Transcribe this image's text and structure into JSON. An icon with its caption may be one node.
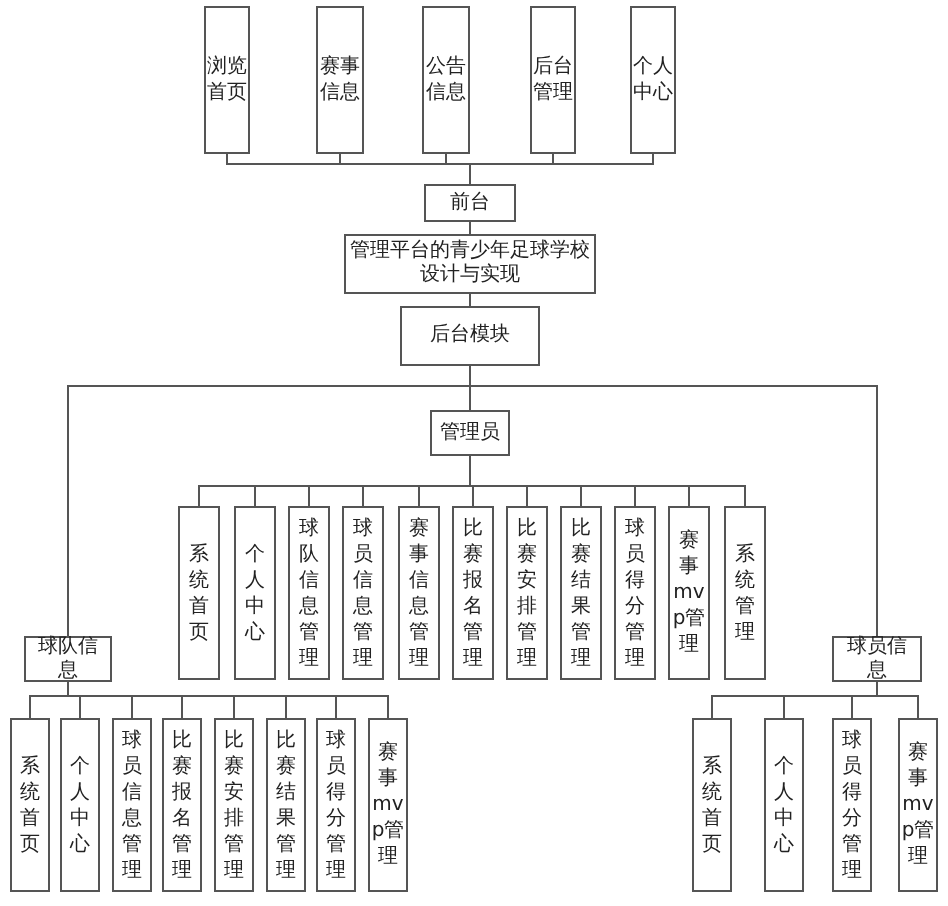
{
  "diagram": {
    "nodes": [
      {
        "text": [
          "浏览首页"
        ]
      },
      {
        "text": [
          "赛事信息"
        ]
      },
      {
        "text": [
          "公告信息"
        ]
      },
      {
        "text": [
          "后台管理"
        ]
      },
      {
        "text": [
          "个人中心"
        ]
      },
      {
        "text": [
          "前台"
        ]
      },
      {
        "text": [
          "管理平台的青少年足球学校设计与实现"
        ]
      },
      {
        "text": [
          "后台模块"
        ]
      },
      {
        "text": [
          "管理员"
        ]
      },
      {
        "text": [
          "系统首页"
        ]
      },
      {
        "text": [
          "个人中心"
        ]
      },
      {
        "text": [
          "球队信息管理"
        ]
      },
      {
        "text": [
          "球员信息管理"
        ]
      },
      {
        "text": [
          "赛事信息管理"
        ]
      },
      {
        "text": [
          "比赛报名管理"
        ]
      },
      {
        "text": [
          "比赛安排管理"
        ]
      },
      {
        "text": [
          "比赛结果管理"
        ]
      },
      {
        "text": [
          "球员得分管理"
        ]
      },
      {
        "text": [
          "赛事mvp管理"
        ]
      },
      {
        "text": [
          "系统管理"
        ]
      },
      {
        "text": [
          "球队信息"
        ]
      },
      {
        "text": [
          "系统首页"
        ]
      },
      {
        "text": [
          "个人中心"
        ]
      },
      {
        "text": [
          "球员信息管理"
        ]
      },
      {
        "text": [
          "比赛报名管理"
        ]
      },
      {
        "text": [
          "比赛安排管理"
        ]
      },
      {
        "text": [
          "比赛结果管理"
        ]
      },
      {
        "text": [
          "球员得分管理"
        ]
      },
      {
        "text": [
          "赛事mvp管理"
        ]
      },
      {
        "text": [
          "球员信息"
        ]
      },
      {
        "text": [
          "系统首页"
        ]
      },
      {
        "text": [
          "个人中心"
        ]
      },
      {
        "text": [
          "球员得分管理"
        ]
      },
      {
        "text": [
          "赛事mvp管理"
        ]
      }
    ],
    "edges": [
      {
        "from": 0,
        "to": 5,
        "arrow": "none"
      },
      {
        "from": 1,
        "to": 5,
        "arrow": "none"
      },
      {
        "from": 2,
        "to": 5,
        "arrow": "none"
      },
      {
        "from": 3,
        "to": 5,
        "arrow": "none"
      },
      {
        "from": 4,
        "to": 5,
        "arrow": "none"
      },
      {
        "from": 5,
        "to": 6,
        "arrow": "none"
      },
      {
        "from": 6,
        "to": 7,
        "arrow": "none"
      },
      {
        "from": 7,
        "to": 8,
        "arrow": "none"
      },
      {
        "from": 7,
        "to": 20,
        "arrow": "none"
      },
      {
        "from": 7,
        "to": 29,
        "arrow": "none"
      },
      {
        "from": 8,
        "to": 9,
        "arrow": "none"
      },
      {
        "from": 8,
        "to": 10,
        "arrow": "none"
      },
      {
        "from": 8,
        "to": 11,
        "arrow": "none"
      },
      {
        "from": 8,
        "to": 12,
        "arrow": "none"
      },
      {
        "from": 8,
        "to": 13,
        "arrow": "none"
      },
      {
        "from": 8,
        "to": 14,
        "arrow": "none"
      },
      {
        "from": 8,
        "to": 15,
        "arrow": "none"
      },
      {
        "from": 8,
        "to": 16,
        "arrow": "none"
      },
      {
        "from": 8,
        "to": 17,
        "arrow": "none"
      },
      {
        "from": 8,
        "to": 18,
        "arrow": "none"
      },
      {
        "from": 8,
        "to": 19,
        "arrow": "none"
      },
      {
        "from": 20,
        "to": 21,
        "arrow": "none"
      },
      {
        "from": 20,
        "to": 22,
        "arrow": "none"
      },
      {
        "from": 20,
        "to": 23,
        "arrow": "none"
      },
      {
        "from": 20,
        "to": 24,
        "arrow": "none"
      },
      {
        "from": 20,
        "to": 25,
        "arrow": "none"
      },
      {
        "from": 20,
        "to": 26,
        "arrow": "none"
      },
      {
        "from": 20,
        "to": 27,
        "arrow": "none"
      },
      {
        "from": 20,
        "to": 28,
        "arrow": "none"
      },
      {
        "from": 29,
        "to": 30,
        "arrow": "none"
      },
      {
        "from": 29,
        "to": 31,
        "arrow": "none"
      },
      {
        "from": 29,
        "to": 32,
        "arrow": "none"
      },
      {
        "from": 29,
        "to": 33,
        "arrow": "none"
      }
    ]
  }
}
